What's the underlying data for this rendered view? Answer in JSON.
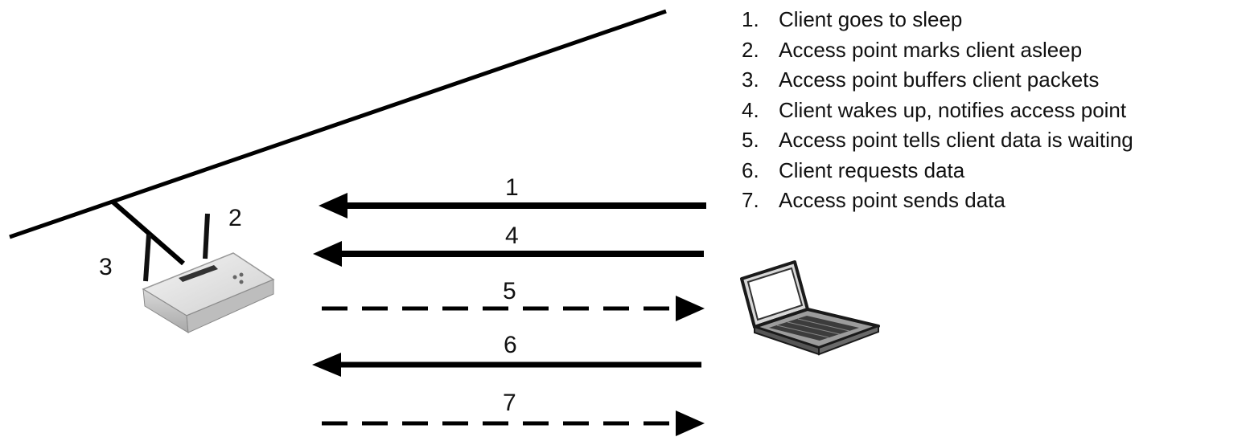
{
  "labels": {
    "router_number": "2",
    "network_number": "3"
  },
  "arrows": [
    {
      "number": "1",
      "direction": "to-access-point",
      "style": "solid"
    },
    {
      "number": "4",
      "direction": "to-access-point",
      "style": "solid"
    },
    {
      "number": "5",
      "direction": "to-client",
      "style": "dashed"
    },
    {
      "number": "6",
      "direction": "to-access-point",
      "style": "solid"
    },
    {
      "number": "7",
      "direction": "to-client",
      "style": "dashed"
    }
  ],
  "steps": [
    {
      "number": "1.",
      "text": "Client goes to sleep"
    },
    {
      "number": "2.",
      "text": "Access point marks client asleep"
    },
    {
      "number": "3.",
      "text": "Access point buffers client packets"
    },
    {
      "number": "4.",
      "text": "Client wakes up, notifies access point"
    },
    {
      "number": "5.",
      "text": "Access point tells client data is waiting"
    },
    {
      "number": "6.",
      "text": "Client requests data"
    },
    {
      "number": "7.",
      "text": "Access point sends data"
    }
  ],
  "icons": {
    "access_point": "wireless-router-icon",
    "client": "laptop-icon"
  }
}
